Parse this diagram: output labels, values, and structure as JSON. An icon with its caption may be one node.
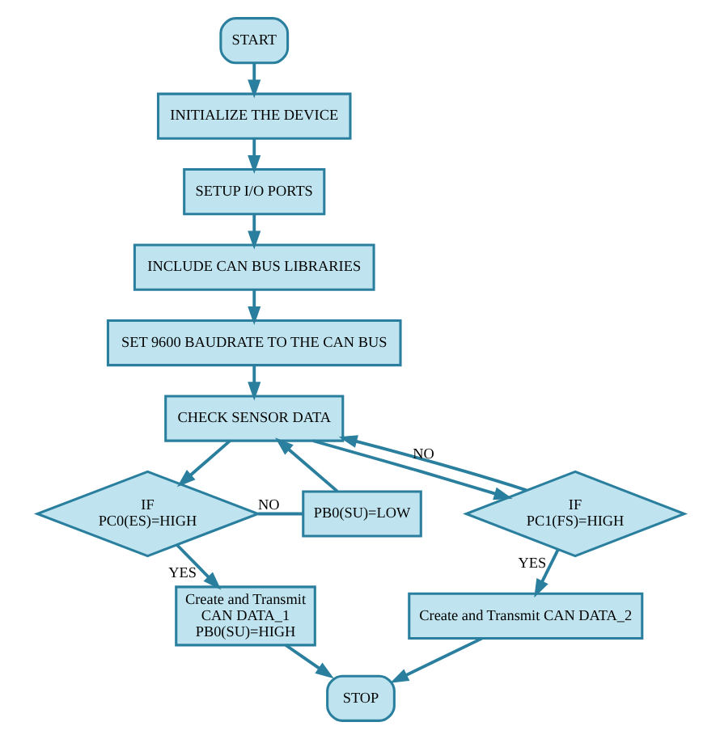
{
  "diagram": {
    "nodes": [
      {
        "text": [
          "START"
        ]
      },
      {
        "text": [
          "INITIALIZE THE DEVICE"
        ]
      },
      {
        "text": [
          "SETUP I/O PORTS"
        ]
      },
      {
        "text": [
          "INCLUDE CAN BUS LIBRARIES"
        ]
      },
      {
        "text": [
          "SET 9600 BAUDRATE TO THE CAN BUS"
        ]
      },
      {
        "text": [
          "CHECK SENSOR DATA"
        ]
      },
      {
        "text": [
          "PB0(SU)=LOW"
        ]
      },
      {
        "text": [
          "IF PC0(ES)=HIGH"
        ]
      },
      {
        "text": [
          "IF PC1(FS)=HIGH"
        ]
      },
      {
        "text": [
          "Create and Transmit CAN DATA_1 PB0(SU)=HIGH"
        ]
      },
      {
        "text": [
          "Create and Transmit CAN DATA_2"
        ]
      },
      {
        "text": [
          "STOP"
        ]
      }
    ],
    "edges": [
      {
        "from": 0,
        "to": 1,
        "arrow": "to"
      },
      {
        "from": 1,
        "to": 2,
        "arrow": "to"
      },
      {
        "from": 2,
        "to": 3,
        "arrow": "to"
      },
      {
        "from": 3,
        "to": 4,
        "arrow": "to"
      },
      {
        "from": 4,
        "to": 5,
        "arrow": "to"
      },
      {
        "from": 5,
        "to": 7,
        "arrow": "to"
      },
      {
        "from": 5,
        "to": 8,
        "arrow": "to"
      },
      {
        "from": 7,
        "to": 6,
        "arrow": "none",
        "label": "NO"
      },
      {
        "from": 6,
        "to": 5,
        "arrow": "to"
      },
      {
        "from": 8,
        "to": 5,
        "arrow": "to",
        "label": "NO"
      },
      {
        "from": 7,
        "to": 9,
        "arrow": "to",
        "label": "YES"
      },
      {
        "from": 8,
        "to": 10,
        "arrow": "to",
        "label": "YES"
      },
      {
        "from": 9,
        "to": 11,
        "arrow": "to"
      },
      {
        "from": 10,
        "to": 11,
        "arrow": "to"
      }
    ]
  }
}
